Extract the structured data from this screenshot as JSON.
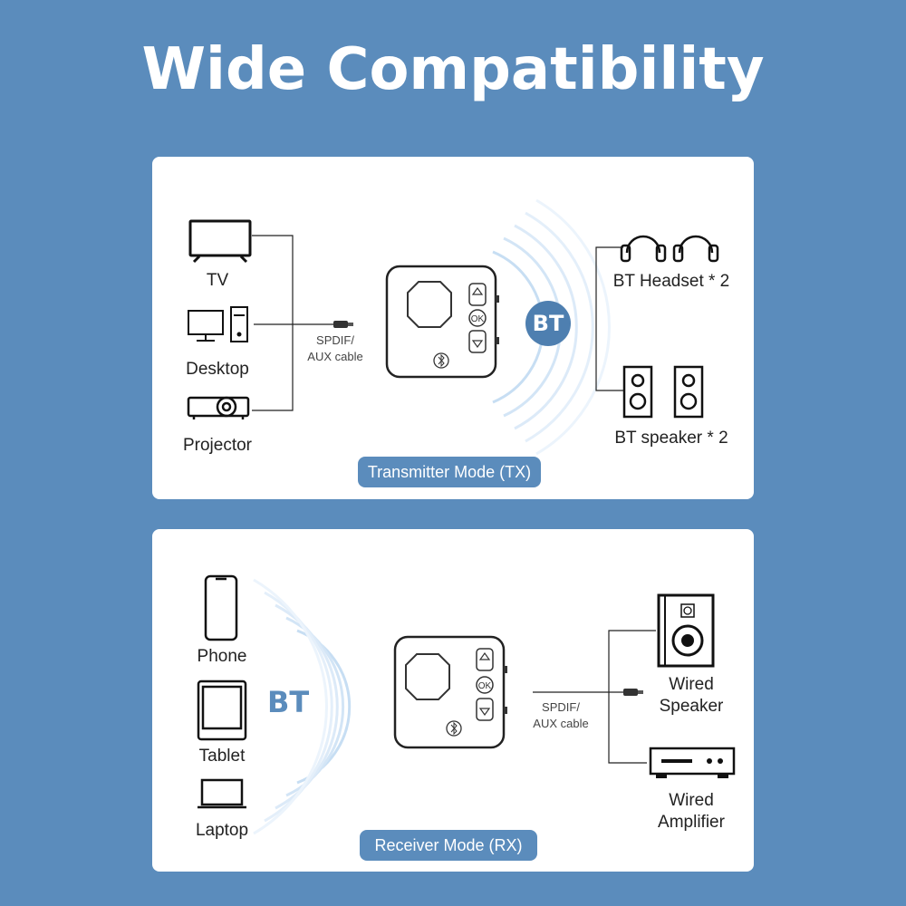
{
  "title": "Wide Compatibility",
  "transmitter": {
    "sources": [
      "TV",
      "Desktop",
      "Projector"
    ],
    "cable_line1": "SPDIF/",
    "cable_line2": "AUX cable",
    "bt": "BT",
    "outputs": [
      "BT Headset * 2",
      "BT speaker * 2"
    ],
    "mode": "Transmitter Mode (TX)"
  },
  "receiver": {
    "sources": [
      "Phone",
      "Tablet",
      "Laptop"
    ],
    "bt": "BT",
    "cable_line1": "SPDIF/",
    "cable_line2": "AUX cable",
    "outputs": [
      {
        "line1": "Wired",
        "line2": "Speaker"
      },
      {
        "line1": "Wired",
        "line2": "Amplifier"
      }
    ],
    "mode": "Receiver Mode (RX)"
  },
  "device_buttons": {
    "ok": "OK"
  },
  "colors": {
    "background": "#5b8cbc",
    "panel": "#ffffff",
    "accent": "#4e7fb0",
    "wave": "#bcd6ef",
    "ink": "#222222"
  }
}
